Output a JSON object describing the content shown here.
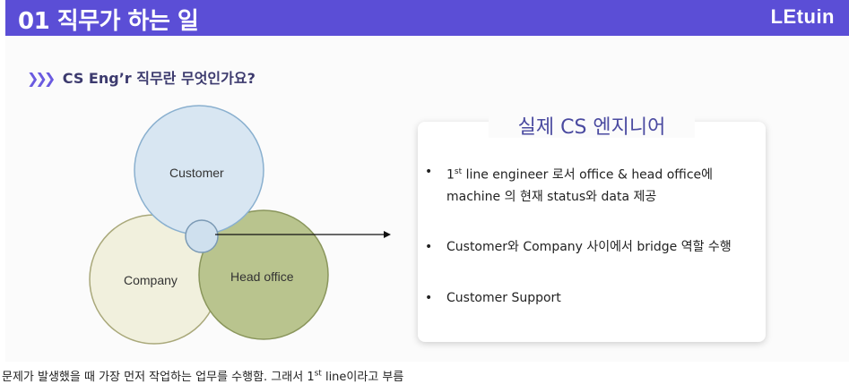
{
  "header": {
    "title": "01 직무가 하는 일",
    "logo": "LEtuin"
  },
  "subheading": {
    "text": "CS Eng’r 직무란 무엇인가요?"
  },
  "venn": {
    "circles": [
      {
        "label": "Customer",
        "color": "#d8e6f2",
        "stroke": "#8ab0cf"
      },
      {
        "label": "Company",
        "color": "#f1f0dd",
        "stroke": "#a9a87a"
      },
      {
        "label": "Head office",
        "color": "#b9c48e",
        "stroke": "#8a965c"
      }
    ],
    "center_color": "#cfe0ee"
  },
  "card": {
    "title": "실제 CS 엔지니어",
    "bullets": [
      {
        "line1_pre": "1",
        "line1_sup": "st",
        "line1_post": " line engineer 로서 office & head office에",
        "line2": "machine 의 현재 status와 data 제공"
      },
      {
        "line1": "Customer와 Company 사이에서 bridge 역할 수행"
      },
      {
        "line1": "Customer Support"
      }
    ]
  },
  "caption": {
    "pre": "문제가 발생했을 때 가장 먼저 작업하는 업무를 수행함. 그래서 1",
    "sup": "st",
    "post": " line이라고 부름"
  }
}
